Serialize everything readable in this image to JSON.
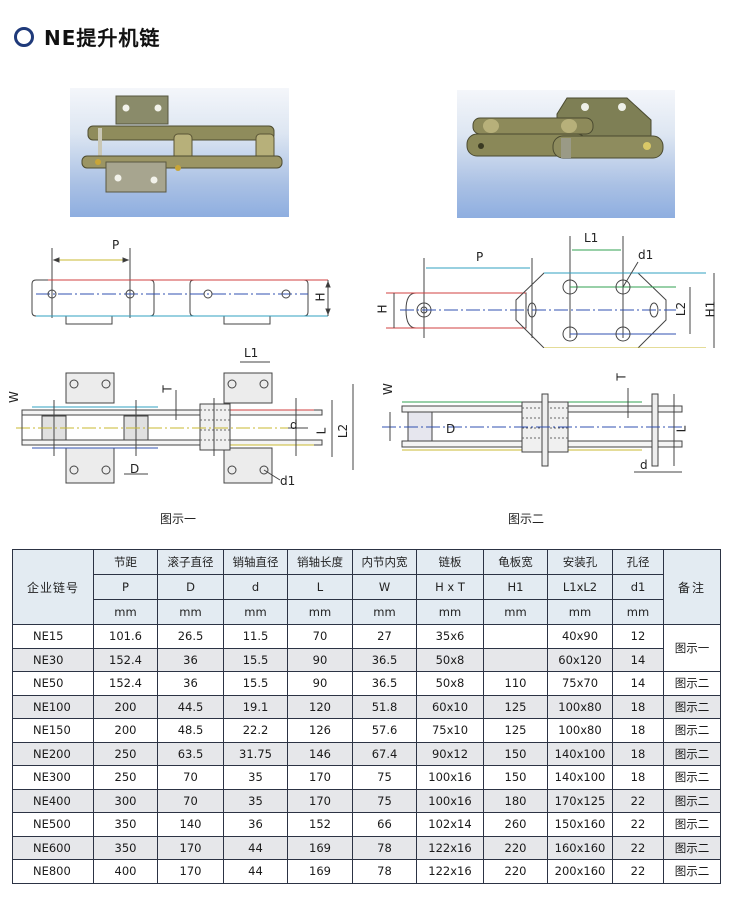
{
  "page": {
    "title": "NE提升机链",
    "title_icon": "circle-outline-icon",
    "accent_color": "#1f3a7a"
  },
  "photos": [
    {
      "name": "chain-photo-type-1",
      "alt": "NE提升机链 实物图 (图示一型)"
    },
    {
      "name": "chain-photo-type-2",
      "alt": "NE提升机链 实物图 (图示二型)"
    }
  ],
  "diagrams": {
    "fig1_side_labels": {
      "pitch": "P",
      "height": "H"
    },
    "fig2_side_labels": {
      "pitch": "P",
      "height": "H",
      "hole_spacing": "L1",
      "hole_dia": "d1",
      "hole_span": "L2",
      "plate_width": "H1"
    },
    "fig1_top_labels": {
      "inner_width": "W",
      "thickness": "T",
      "hole_spacing": "L1",
      "roller_dia": "D",
      "pin_dia": "d",
      "pin_length": "L",
      "hole_span": "L2",
      "hole_dia": "d1"
    },
    "fig2_top_labels": {
      "inner_width": "W",
      "thickness": "T",
      "roller_dia": "D",
      "pin_dia": "d",
      "pin_length": "L"
    },
    "caption_1": "图示一",
    "caption_2": "图示二"
  },
  "table": {
    "row_header": "企业链号",
    "remark_header": "备注",
    "columns": [
      {
        "name": "节距",
        "symbol": "P",
        "unit": "mm"
      },
      {
        "name": "滚子直径",
        "symbol": "D",
        "unit": "mm"
      },
      {
        "name": "销轴直径",
        "symbol": "d",
        "unit": "mm"
      },
      {
        "name": "销轴长度",
        "symbol": "L",
        "unit": "mm"
      },
      {
        "name": "内节内宽",
        "symbol": "W",
        "unit": "mm"
      },
      {
        "name": "链板",
        "symbol": "H x T",
        "unit": "mm"
      },
      {
        "name": "龟板宽",
        "symbol": "H1",
        "unit": "mm"
      },
      {
        "name": "安装孔",
        "symbol": "L1xL2",
        "unit": "mm"
      },
      {
        "name": "孔径",
        "symbol": "d1",
        "unit": "mm"
      }
    ],
    "rows": [
      {
        "model": "NE15",
        "P": "101.6",
        "D": "26.5",
        "d": "11.5",
        "L": "70",
        "W": "27",
        "HxT": "35x6",
        "H1": "",
        "L1xL2": "40x90",
        "d1": "12",
        "remark": "图示一"
      },
      {
        "model": "NE30",
        "P": "152.4",
        "D": "36",
        "d": "15.5",
        "L": "90",
        "W": "36.5",
        "HxT": "50x8",
        "H1": "",
        "L1xL2": "60x120",
        "d1": "14",
        "remark": ""
      },
      {
        "model": "NE50",
        "P": "152.4",
        "D": "36",
        "d": "15.5",
        "L": "90",
        "W": "36.5",
        "HxT": "50x8",
        "H1": "110",
        "L1xL2": "75x70",
        "d1": "14",
        "remark": "图示二"
      },
      {
        "model": "NE100",
        "P": "200",
        "D": "44.5",
        "d": "19.1",
        "L": "120",
        "W": "51.8",
        "HxT": "60x10",
        "H1": "125",
        "L1xL2": "100x80",
        "d1": "18",
        "remark": "图示二"
      },
      {
        "model": "NE150",
        "P": "200",
        "D": "48.5",
        "d": "22.2",
        "L": "126",
        "W": "57.6",
        "HxT": "75x10",
        "H1": "125",
        "L1xL2": "100x80",
        "d1": "18",
        "remark": "图示二"
      },
      {
        "model": "NE200",
        "P": "250",
        "D": "63.5",
        "d": "31.75",
        "L": "146",
        "W": "67.4",
        "HxT": "90x12",
        "H1": "150",
        "L1xL2": "140x100",
        "d1": "18",
        "remark": "图示二"
      },
      {
        "model": "NE300",
        "P": "250",
        "D": "70",
        "d": "35",
        "L": "170",
        "W": "75",
        "HxT": "100x16",
        "H1": "150",
        "L1xL2": "140x100",
        "d1": "18",
        "remark": "图示二"
      },
      {
        "model": "NE400",
        "P": "300",
        "D": "70",
        "d": "35",
        "L": "170",
        "W": "75",
        "HxT": "100x16",
        "H1": "180",
        "L1xL2": "170x125",
        "d1": "22",
        "remark": "图示二"
      },
      {
        "model": "NE500",
        "P": "350",
        "D": "140",
        "d": "36",
        "L": "152",
        "W": "66",
        "HxT": "102x14",
        "H1": "260",
        "L1xL2": "150x160",
        "d1": "22",
        "remark": "图示二"
      },
      {
        "model": "NE600",
        "P": "350",
        "D": "170",
        "d": "44",
        "L": "169",
        "W": "78",
        "HxT": "122x16",
        "H1": "220",
        "L1xL2": "160x160",
        "d1": "22",
        "remark": "图示二"
      },
      {
        "model": "NE800",
        "P": "400",
        "D": "170",
        "d": "44",
        "L": "169",
        "W": "78",
        "HxT": "122x16",
        "H1": "220",
        "L1xL2": "200x160",
        "d1": "22",
        "remark": "图示二"
      }
    ]
  }
}
